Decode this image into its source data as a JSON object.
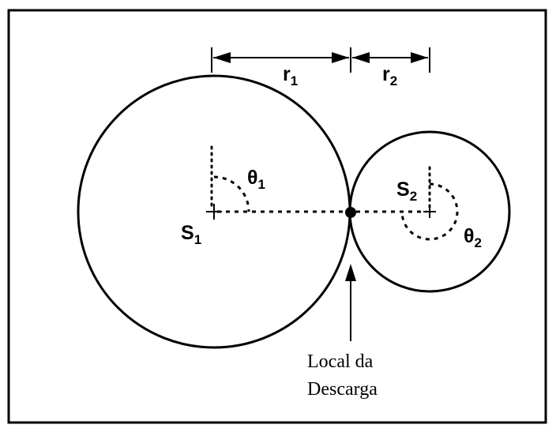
{
  "labels": {
    "r1": "r",
    "r1_sub": "1",
    "r2": "r",
    "r2_sub": "2",
    "theta1": "θ",
    "theta1_sub": "1",
    "theta2": "θ",
    "theta2_sub": "2",
    "s1": "S",
    "s1_sub": "1",
    "s2": "S",
    "s2_sub": "2",
    "discharge_line1": "Local da",
    "discharge_line2": "Descarga"
  }
}
